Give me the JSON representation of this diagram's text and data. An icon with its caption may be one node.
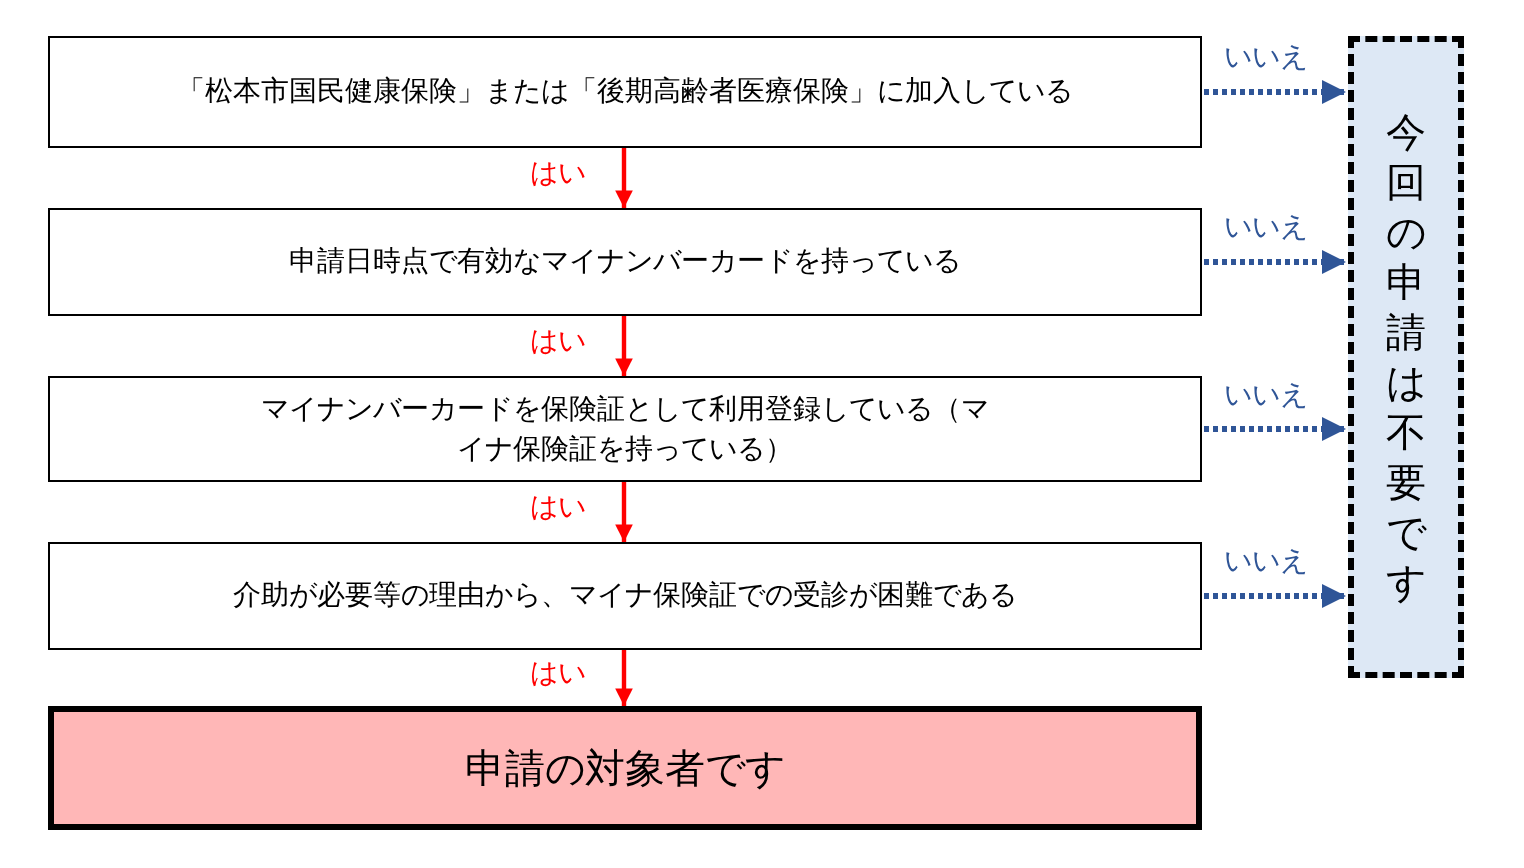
{
  "diagram": {
    "nodes": [
      {
        "text": [
          "「松本市国民健康保険」または「後期高齢者医療保険」に加入している"
        ]
      },
      {
        "text": [
          "申請日時点で有効なマイナンバーカードを持っている"
        ]
      },
      {
        "text": [
          "マイナンバーカードを保険証として利用登録している（マイナ保険証を持っている）"
        ]
      },
      {
        "text": [
          "介助が必要等の理由から、マイナ保険証での受診が困難である"
        ]
      },
      {
        "text": [
          "申請の対象者です"
        ]
      },
      {
        "text": [
          "今回の申請は不要です"
        ]
      }
    ],
    "edges": [
      {
        "from": 0,
        "to": 1,
        "arrow": "to",
        "label": "はい",
        "color": "#ff0000"
      },
      {
        "from": 1,
        "to": 2,
        "arrow": "to",
        "label": "はい",
        "color": "#ff0000"
      },
      {
        "from": 2,
        "to": 3,
        "arrow": "to",
        "label": "はい",
        "color": "#ff0000"
      },
      {
        "from": 3,
        "to": 4,
        "arrow": "to",
        "label": "はい",
        "color": "#ff0000"
      },
      {
        "from": 0,
        "to": 5,
        "arrow": "to",
        "label": "いいえ",
        "style": "dashed",
        "color": "#2f5597"
      },
      {
        "from": 1,
        "to": 5,
        "arrow": "to",
        "label": "いいえ",
        "style": "dashed",
        "color": "#2f5597"
      },
      {
        "from": 2,
        "to": 5,
        "arrow": "to",
        "label": "いいえ",
        "style": "dashed",
        "color": "#2f5597"
      },
      {
        "from": 3,
        "to": 5,
        "arrow": "to",
        "label": "いいえ",
        "style": "dashed",
        "color": "#2f5597"
      }
    ]
  }
}
